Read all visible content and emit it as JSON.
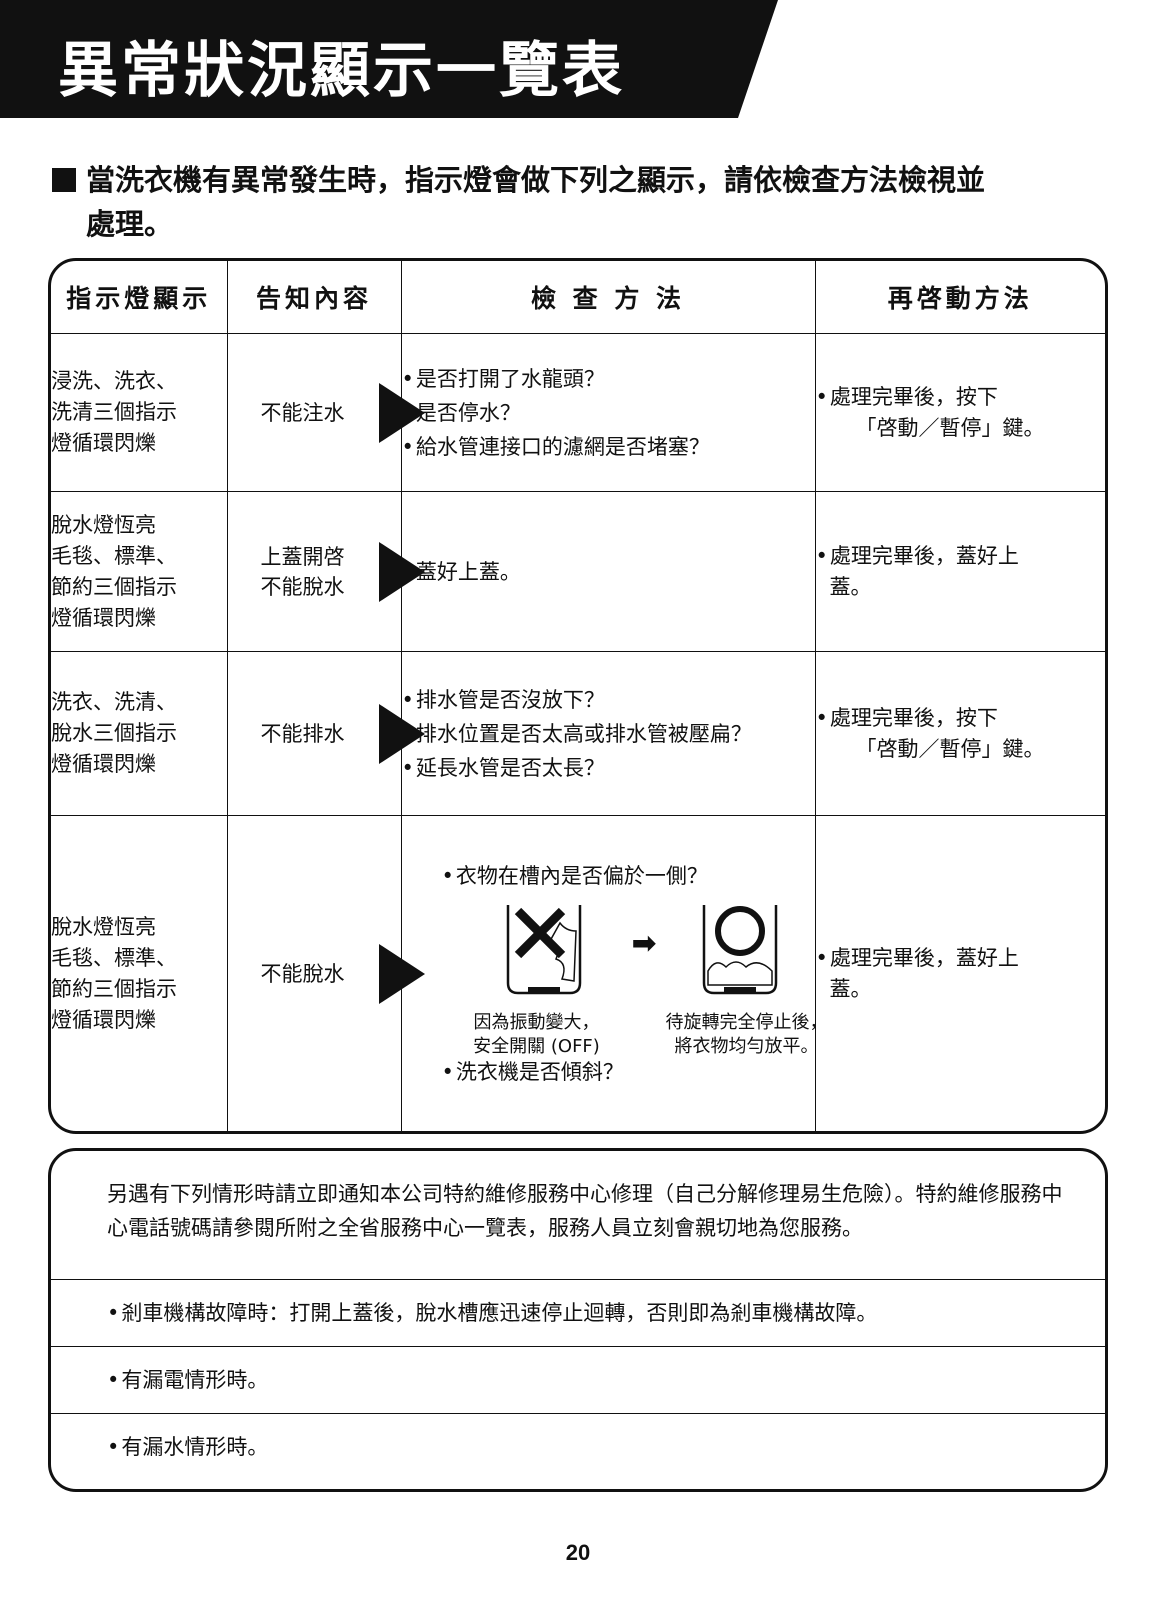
{
  "title": "異常狀況顯示一覽表",
  "intro": {
    "line1": "當洗衣機有異常發生時，指示燈會做下列之顯示，請依檢查方法檢視並",
    "line2": "處理。"
  },
  "table": {
    "headers": [
      "指示燈顯示",
      "告知內容",
      "檢 查 方 法",
      "再啓動方法"
    ],
    "rows": [
      {
        "indicator": [
          "浸洗、洗衣、",
          "洗清三個指示",
          "燈循環閃爍"
        ],
        "message": [
          "不能注水"
        ],
        "checks": [
          "是否打開了水龍頭？",
          "是否停水？",
          "給水管連接口的濾網是否堵塞？"
        ],
        "restart": [
          "處理完畢後，按下",
          "「啓動／暫停」鍵。"
        ]
      },
      {
        "indicator": [
          "脫水燈恆亮",
          "毛毯、標準、",
          "節約三個指示",
          "燈循環閃爍"
        ],
        "message": [
          "上蓋開啓",
          "不能脫水"
        ],
        "checks": [
          "蓋好上蓋。"
        ],
        "restart": [
          "處理完畢後，蓋好上",
          "蓋。"
        ]
      },
      {
        "indicator": [
          "洗衣、洗清、",
          "脫水三個指示",
          "燈循環閃爍"
        ],
        "message": [
          "不能排水"
        ],
        "checks": [
          "排水管是否沒放下？",
          "排水位置是否太高或排水管被壓扁？",
          "延長水管是否太長？"
        ],
        "restart": [
          "處理完畢後，按下",
          "「啓動／暫停」鍵。"
        ]
      },
      {
        "indicator": [
          "脫水燈恆亮",
          "毛毯、標準、",
          "節約三個指示",
          "燈循環閃爍"
        ],
        "message": [
          "不能脫水"
        ],
        "checks": [
          "衣物在槽內是否偏於一側？",
          "洗衣機是否傾斜？"
        ],
        "illustration": {
          "caption_left": [
            "因為振動變大，",
            "安全開關 (OFF)"
          ],
          "caption_right": [
            "待旋轉完全停止後，",
            "將衣物均勻放平。"
          ],
          "icons": [
            "x-mark-icon",
            "right-arrow-icon",
            "circle-ok-icon"
          ]
        },
        "restart": [
          "處理完畢後，蓋好上",
          "蓋。"
        ]
      }
    ]
  },
  "notice": {
    "lead": "另遇有下列情形時請立即通知本公司特約維修服務中心修理（自己分解修理易生危險）。特約維修服務中心電話號碼請參閱所附之全省服務中心一覽表，服務人員立刻會親切地為您服務。",
    "items": [
      "剎車機構故障時：打開上蓋後，脫水槽應迅速停止迴轉，否則即為剎車機構故障。",
      "有漏電情形時。",
      "有漏水情形時。"
    ]
  },
  "page_number": "20"
}
